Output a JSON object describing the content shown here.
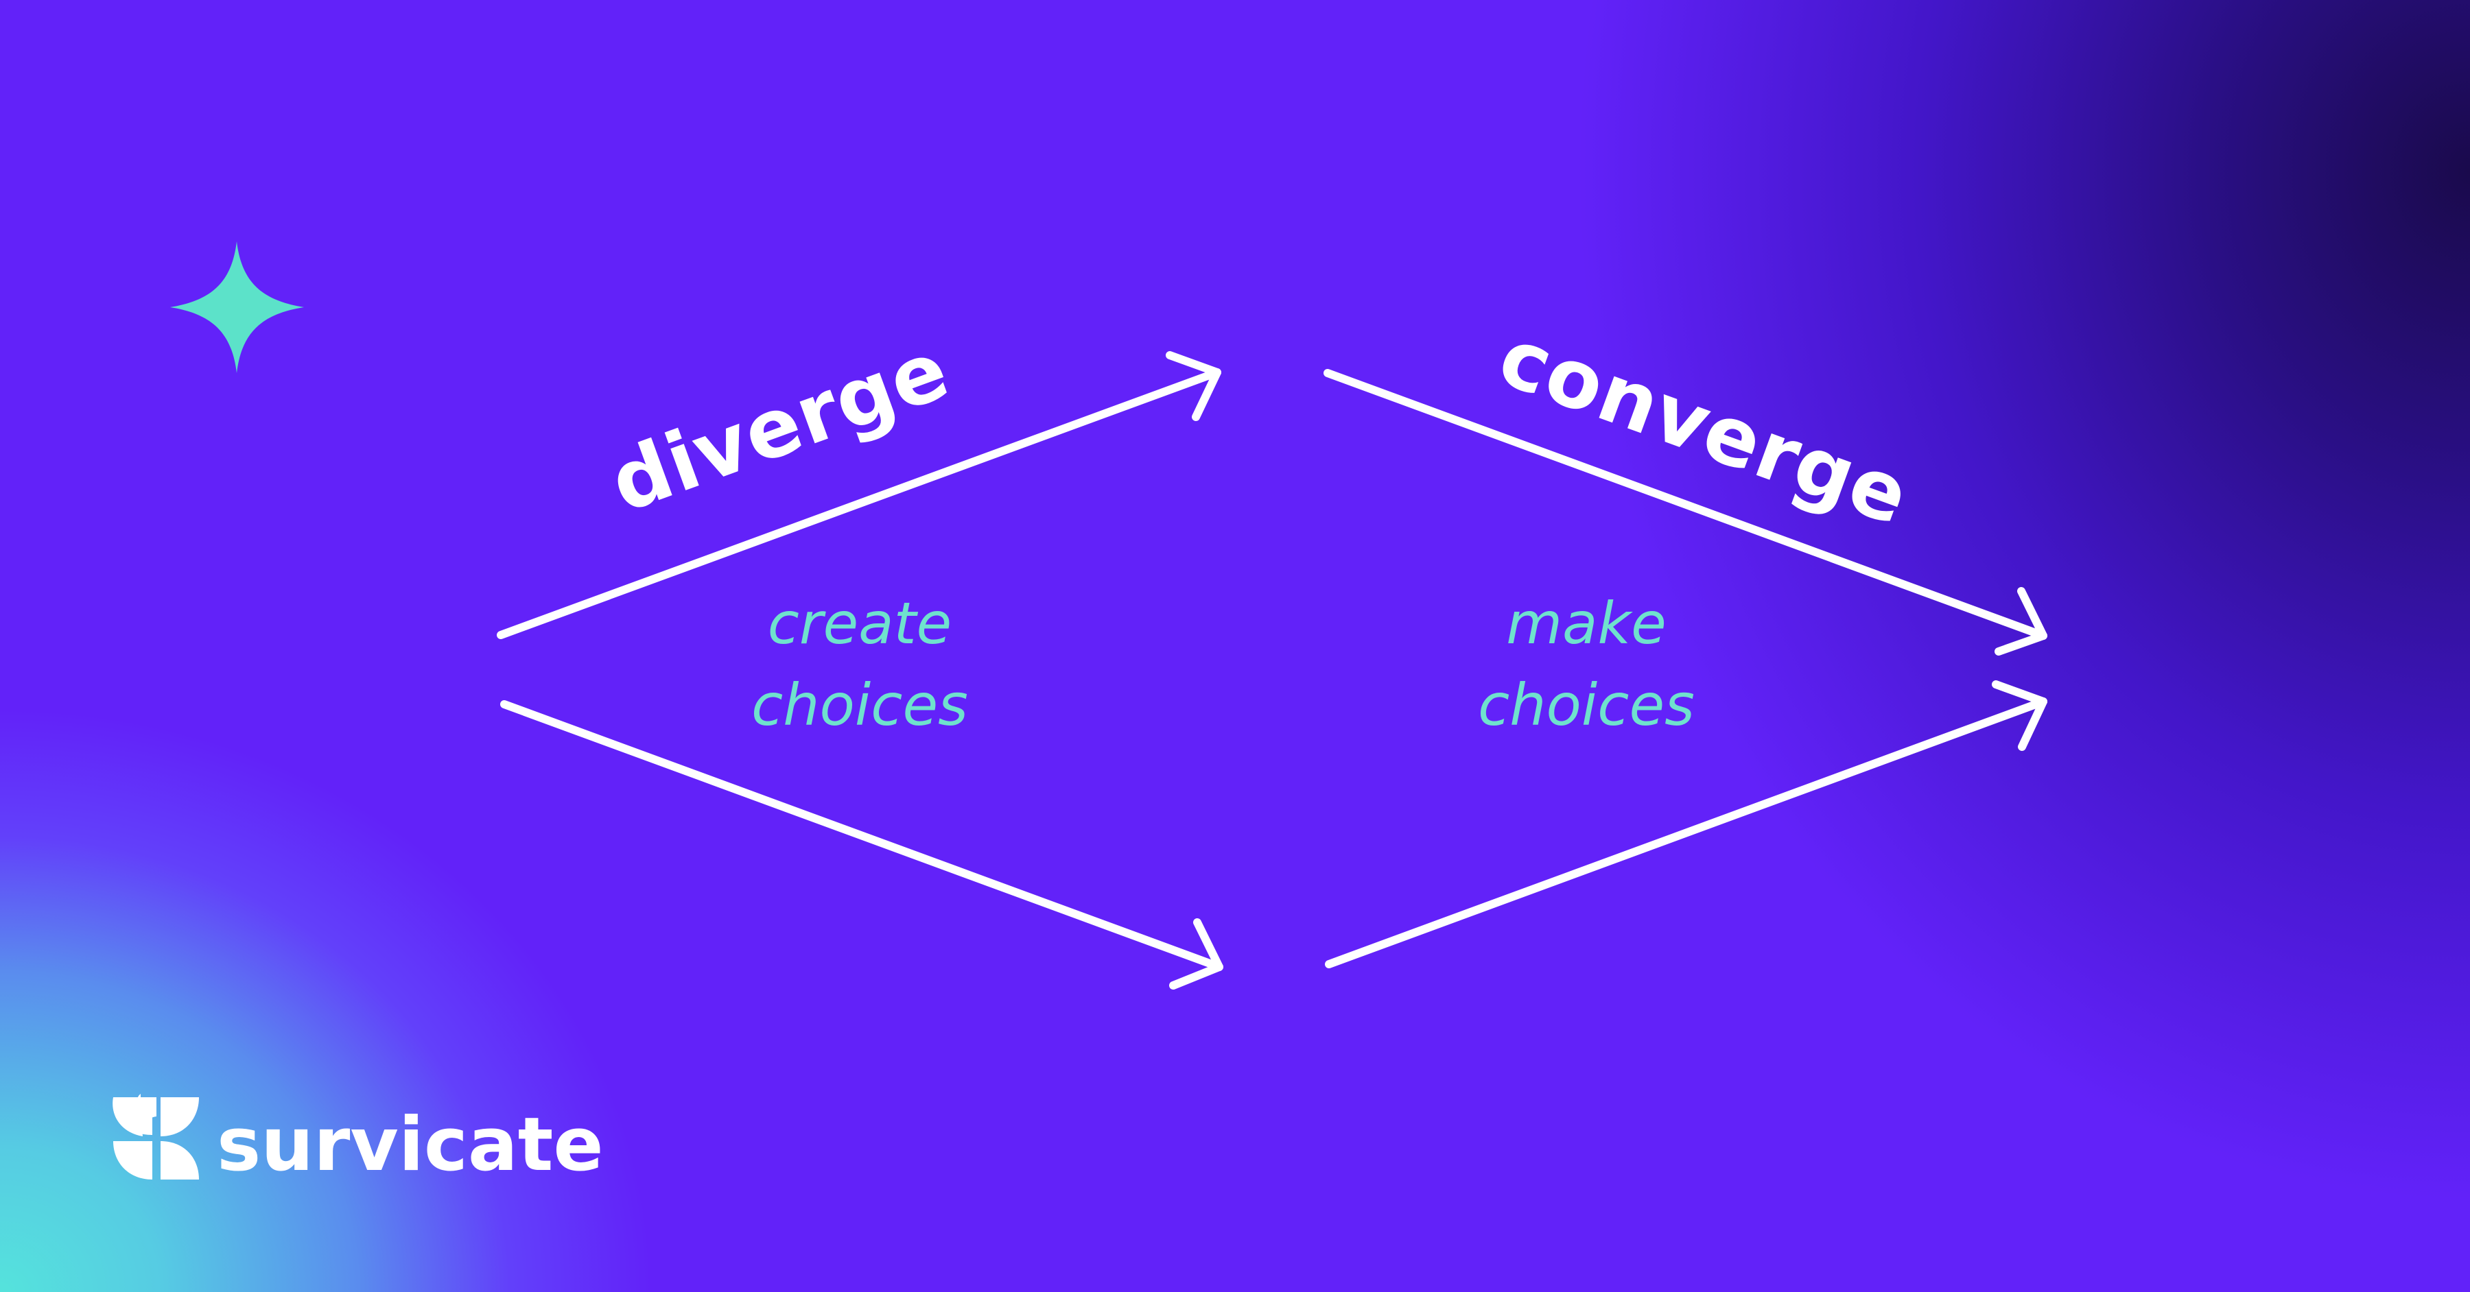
{
  "diagram": {
    "diverge_label": "diverge",
    "converge_label": "converge",
    "diverge_desc_line1": "create",
    "diverge_desc_line2": "choices",
    "converge_desc_line1": "make",
    "converge_desc_line2": "choices"
  },
  "brand": {
    "name": "survicate",
    "logo_icon": "survicate-logo-icon"
  },
  "decoration": {
    "sparkle_icon": "sparkle-icon"
  },
  "colors": {
    "background_base": "#6222f9",
    "background_teal": "#55e3dc",
    "background_dark": "#1a0a4c",
    "arrow": "#ffffff",
    "accent_text": "#6fe2cd",
    "sparkle": "#5ce2c9"
  }
}
